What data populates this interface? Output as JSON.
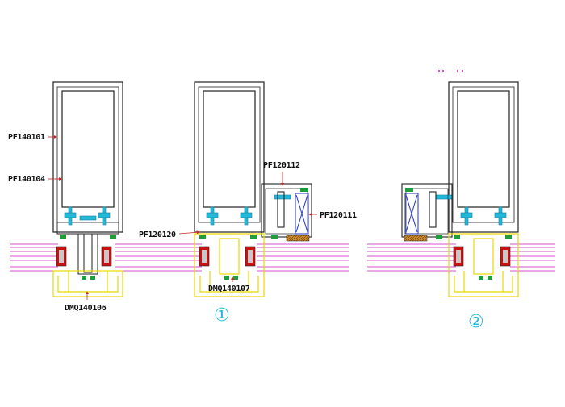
{
  "labels": {
    "pf140101": "PF140101",
    "pf140104": "PF140104",
    "pf120120": "PF120120",
    "pf120112": "PF120112",
    "pf120111": "PF120111",
    "dmq140106": "DMQ140106",
    "dmq140107": "DMQ140107",
    "detail_1": "①",
    "detail_2": "②"
  },
  "colors": {
    "outline": "#222222",
    "pink": "#d94fd0",
    "yellow": "#f2e600",
    "cyan": "#22b8d8",
    "green": "#1e9e3a",
    "red": "#cc1111",
    "blue": "#3344cc",
    "orange": "#d98a1a",
    "callout": "#cc2222"
  }
}
